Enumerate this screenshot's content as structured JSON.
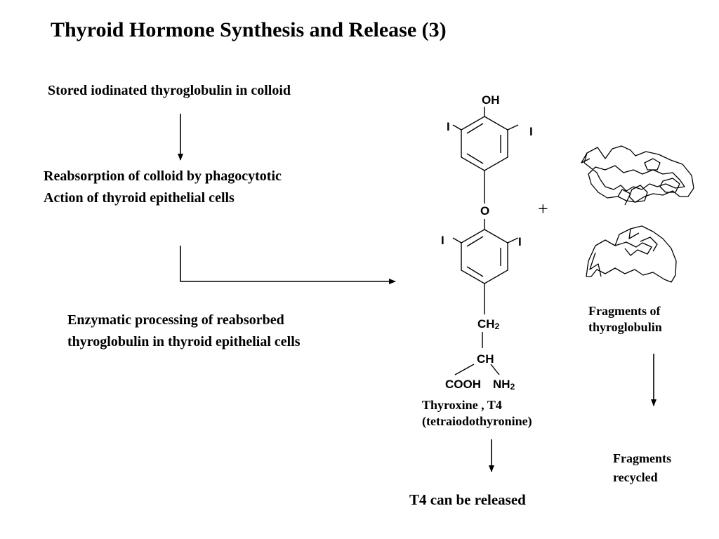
{
  "title": "Thyroid Hormone Synthesis and Release (3)",
  "steps": {
    "stored": "Stored iodinated thyroglobulin in colloid",
    "reabsorption": [
      "Reabsorption of colloid by phagocytotic",
      "Action of thyroid epithelial cells"
    ],
    "enzymatic": [
      "Enzymatic processing of reabsorbed",
      "thyroglobulin in thyroid epithelial cells"
    ]
  },
  "molecule": {
    "oh": "OH",
    "iodine": "I",
    "oxygen": "O",
    "ch2": "CH",
    "ch": "CH",
    "cooh": "COOH",
    "nh2": "NH",
    "subscript": "2",
    "plus": "+"
  },
  "labels": {
    "thyroxine": [
      "Thyroxine , T4",
      "(tetraiodothyronine)"
    ],
    "fragments": [
      "Fragments of",
      "thyroglobulin"
    ],
    "recycled": [
      "Fragments",
      "recycled"
    ],
    "released": "T4 can be released"
  }
}
